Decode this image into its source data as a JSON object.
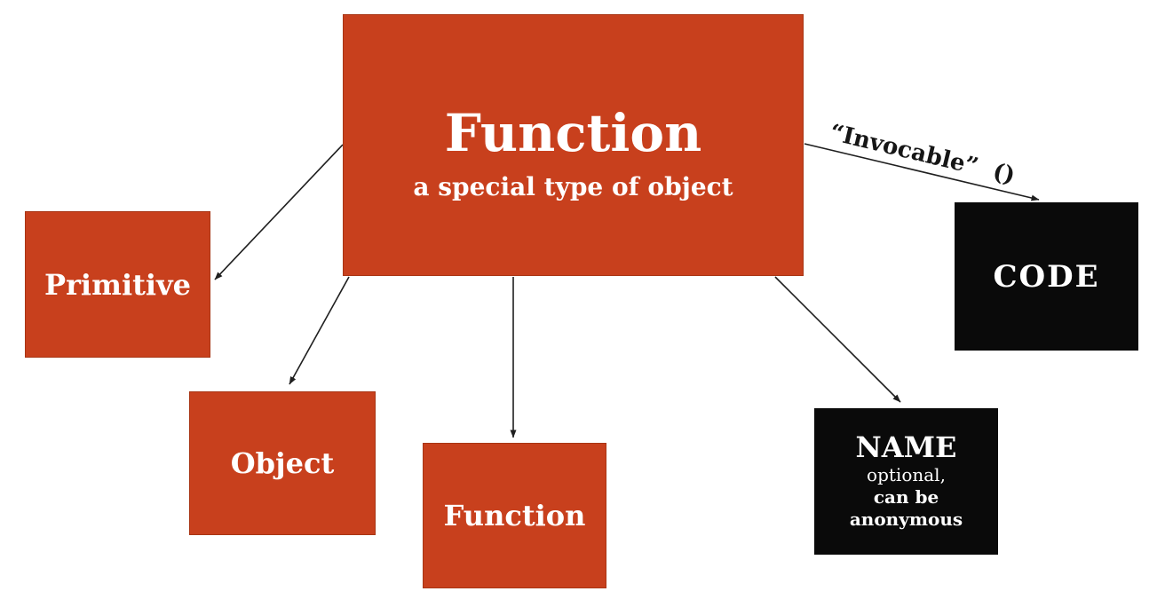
{
  "diagram": {
    "background_color": "#ffffff",
    "accent_orange": "#c8401d",
    "accent_black": "#0a0a0a",
    "arrow_color": "#1f1f1f",
    "main_node": {
      "title": "Function",
      "subtitle": "a special type of object"
    },
    "nodes": {
      "primitive": {
        "label": "Primitive"
      },
      "object": {
        "label": "Object"
      },
      "function_child": {
        "label": "Function"
      },
      "code": {
        "label": "CODE"
      },
      "name": {
        "title": "NAME",
        "line1": "optional,",
        "line2": "can be",
        "line3": "anonymous"
      }
    },
    "edge_label": "“Invocable”  ()"
  }
}
